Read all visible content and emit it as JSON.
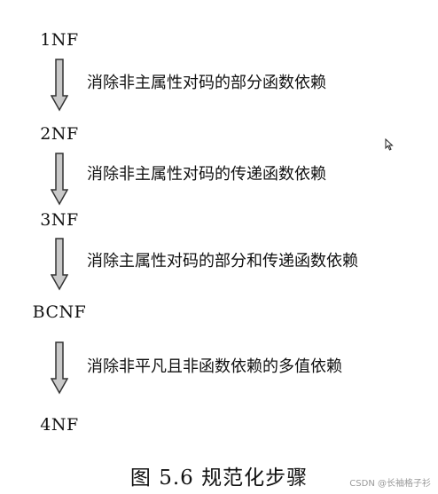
{
  "levels": [
    "1NF",
    "2NF",
    "3NF",
    "BCNF",
    "4NF"
  ],
  "steps": [
    "消除非主属性对码的部分函数依赖",
    "消除非主属性对码的传递函数依赖",
    "消除主属性对码的部分和传递函数依赖",
    "消除非平凡且非函数依赖的多值依赖"
  ],
  "caption": "图 5.6   规范化步骤",
  "watermark": "CSDN @长袖格子衫",
  "colors": {
    "arrow_fill": "#c9c9c9",
    "arrow_stroke": "#333333",
    "text": "#111111"
  }
}
